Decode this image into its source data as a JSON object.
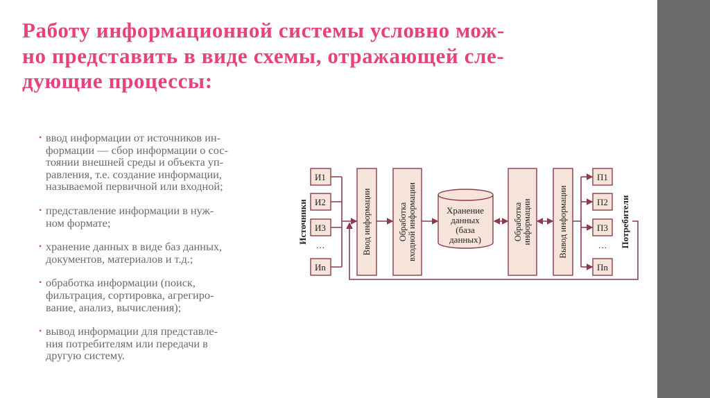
{
  "title_lines": [
    "Работу информационной системы условно мож-",
    "но представить в виде схемы, отражающей сле-",
    "дующие процессы:"
  ],
  "bullets": [
    [
      "ввод информации от источников ин-",
      "формации — сбор информации о сос-",
      "тоянии внешней среды и объекта уп-",
      "равления, т.е. создание информации,",
      "называемой первичной или входной;"
    ],
    [
      "представление информации в нуж-",
      "ном формате;"
    ],
    [
      "хранение данных в виде баз данных,",
      "документов, материалов и т.д.;"
    ],
    [
      "обработка информации (поиск,",
      "фильтрация, сортировка, агрегиро-",
      "вание, анализ, вычисления);"
    ],
    [
      "вывод информации для представле-",
      "ния потребителям или передачи в",
      "другую систему."
    ]
  ],
  "diagram": {
    "sources_label": "Источники",
    "consumers_label": "Потребители",
    "sources": [
      "И1",
      "И2",
      "И3",
      "…",
      "Иn"
    ],
    "consumers": [
      "П1",
      "П2",
      "П3",
      "…",
      "Пn"
    ],
    "input_box": "Ввод информации",
    "input_processing": [
      "Обработка",
      "входной информации"
    ],
    "storage": [
      "Хранение",
      "данных",
      "(база",
      "данных)"
    ],
    "processing": [
      "Обработка",
      "информации"
    ],
    "output_box": "Вывод информации"
  },
  "colors": {
    "title": "#e8427c",
    "box_fill": "#f6e4da",
    "box_stroke": "#8c3a4c",
    "sidebar": "#6b6b6b"
  }
}
